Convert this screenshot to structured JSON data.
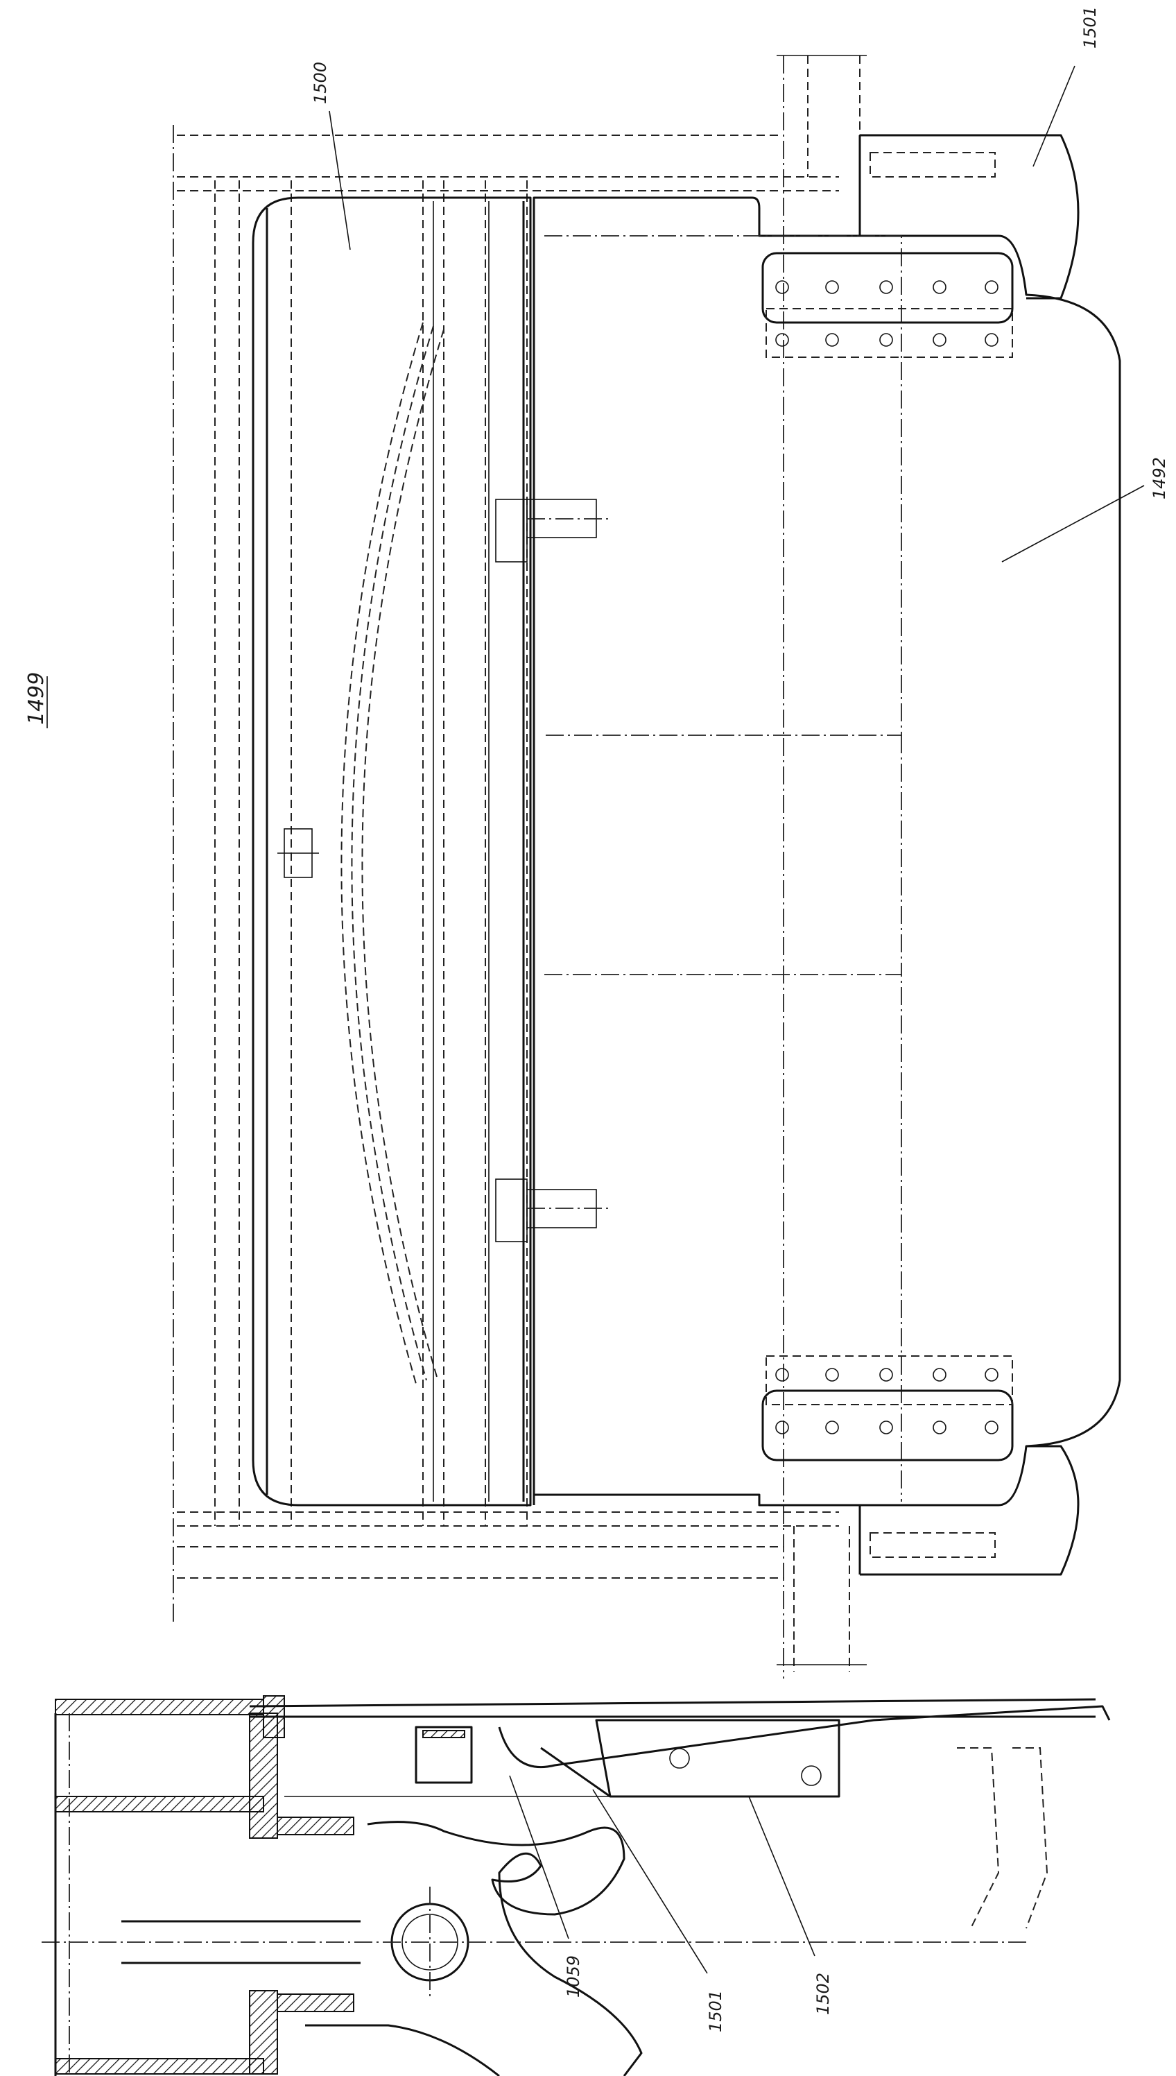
{
  "figure": {
    "number": "1499"
  },
  "labels": {
    "l1500": "1500",
    "l1501_top": "1501",
    "l1492": "1492",
    "l1059": "1059",
    "l1501_bottom": "1501",
    "l1502": "1502"
  }
}
